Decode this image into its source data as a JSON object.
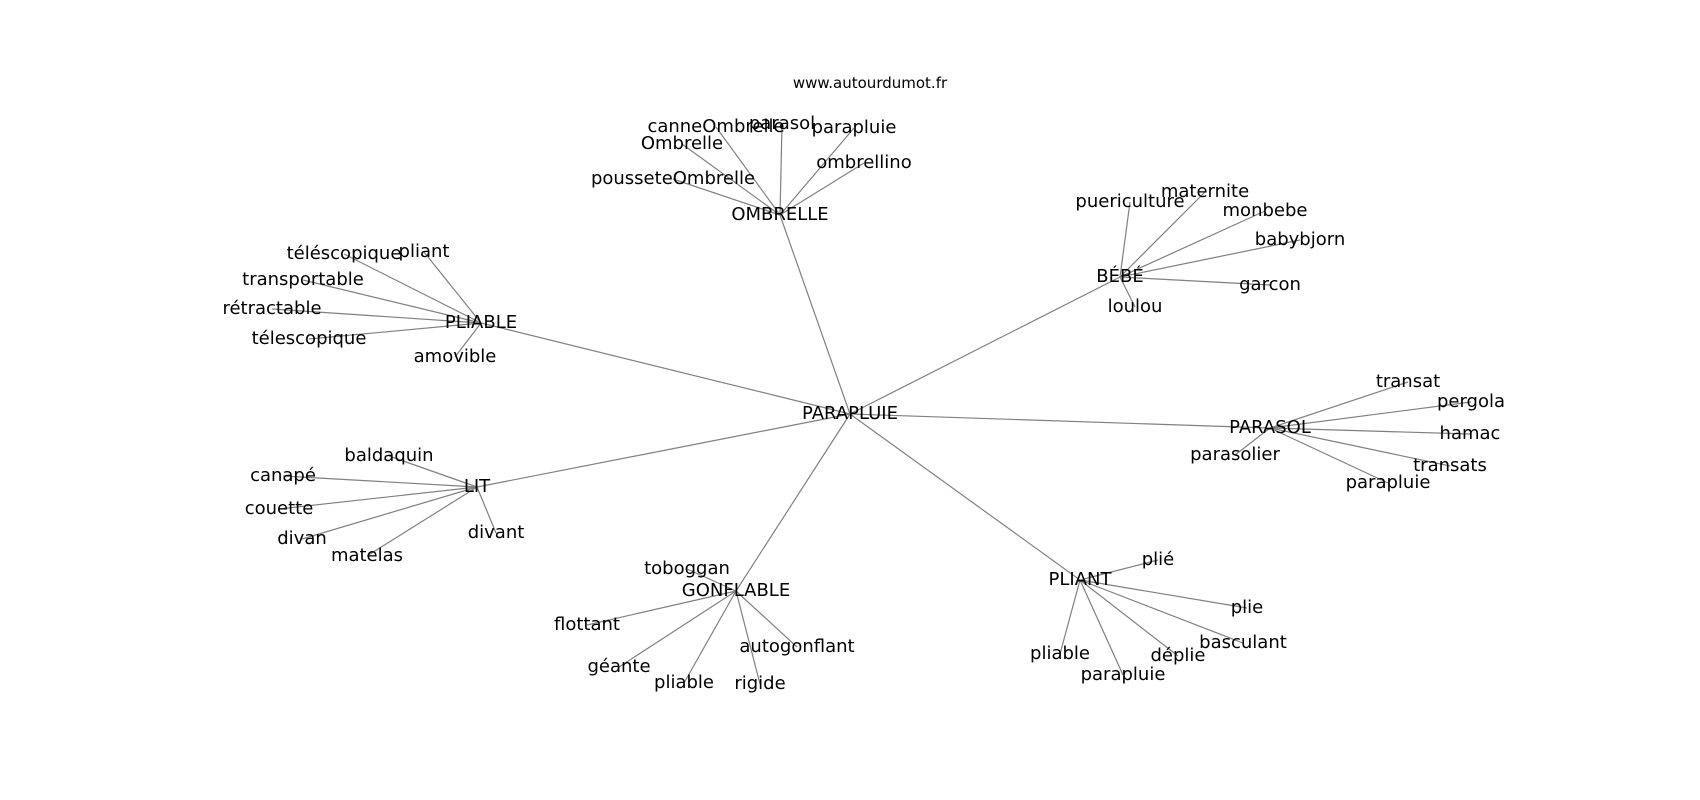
{
  "source": "www.autourdumot.fr",
  "center": "PARAPLUIE",
  "clusters": [
    {
      "hub": "OMBRELLE",
      "leaves": [
        "canneOmbrelle",
        "parasol",
        "parapluie",
        "Ombrelle",
        "ombrellino",
        "pousseteOmbrelle"
      ]
    },
    {
      "hub": "BÉBÉ",
      "leaves": [
        "maternite",
        "puericulture",
        "monbebe",
        "babybjorn",
        "garcon",
        "loulou"
      ]
    },
    {
      "hub": "PLIABLE",
      "leaves": [
        "téléscopique",
        "pliant",
        "transportable",
        "rétractable",
        "télescopique",
        "amovible"
      ]
    },
    {
      "hub": "PARASOL",
      "leaves": [
        "transat",
        "pergola",
        "hamac",
        "parasolier",
        "transats",
        "parapluie"
      ]
    },
    {
      "hub": "LIT",
      "leaves": [
        "baldaquin",
        "canapé",
        "couette",
        "divan",
        "matelas",
        "divant"
      ]
    },
    {
      "hub": "GONFLABLE",
      "leaves": [
        "toboggan",
        "flottant",
        "autogonflant",
        "géante",
        "pliable",
        "rigide"
      ]
    },
    {
      "hub": "PLIANT",
      "leaves": [
        "plié",
        "plie",
        "basculant",
        "pliable",
        "déplie",
        "parapluie"
      ]
    }
  ]
}
